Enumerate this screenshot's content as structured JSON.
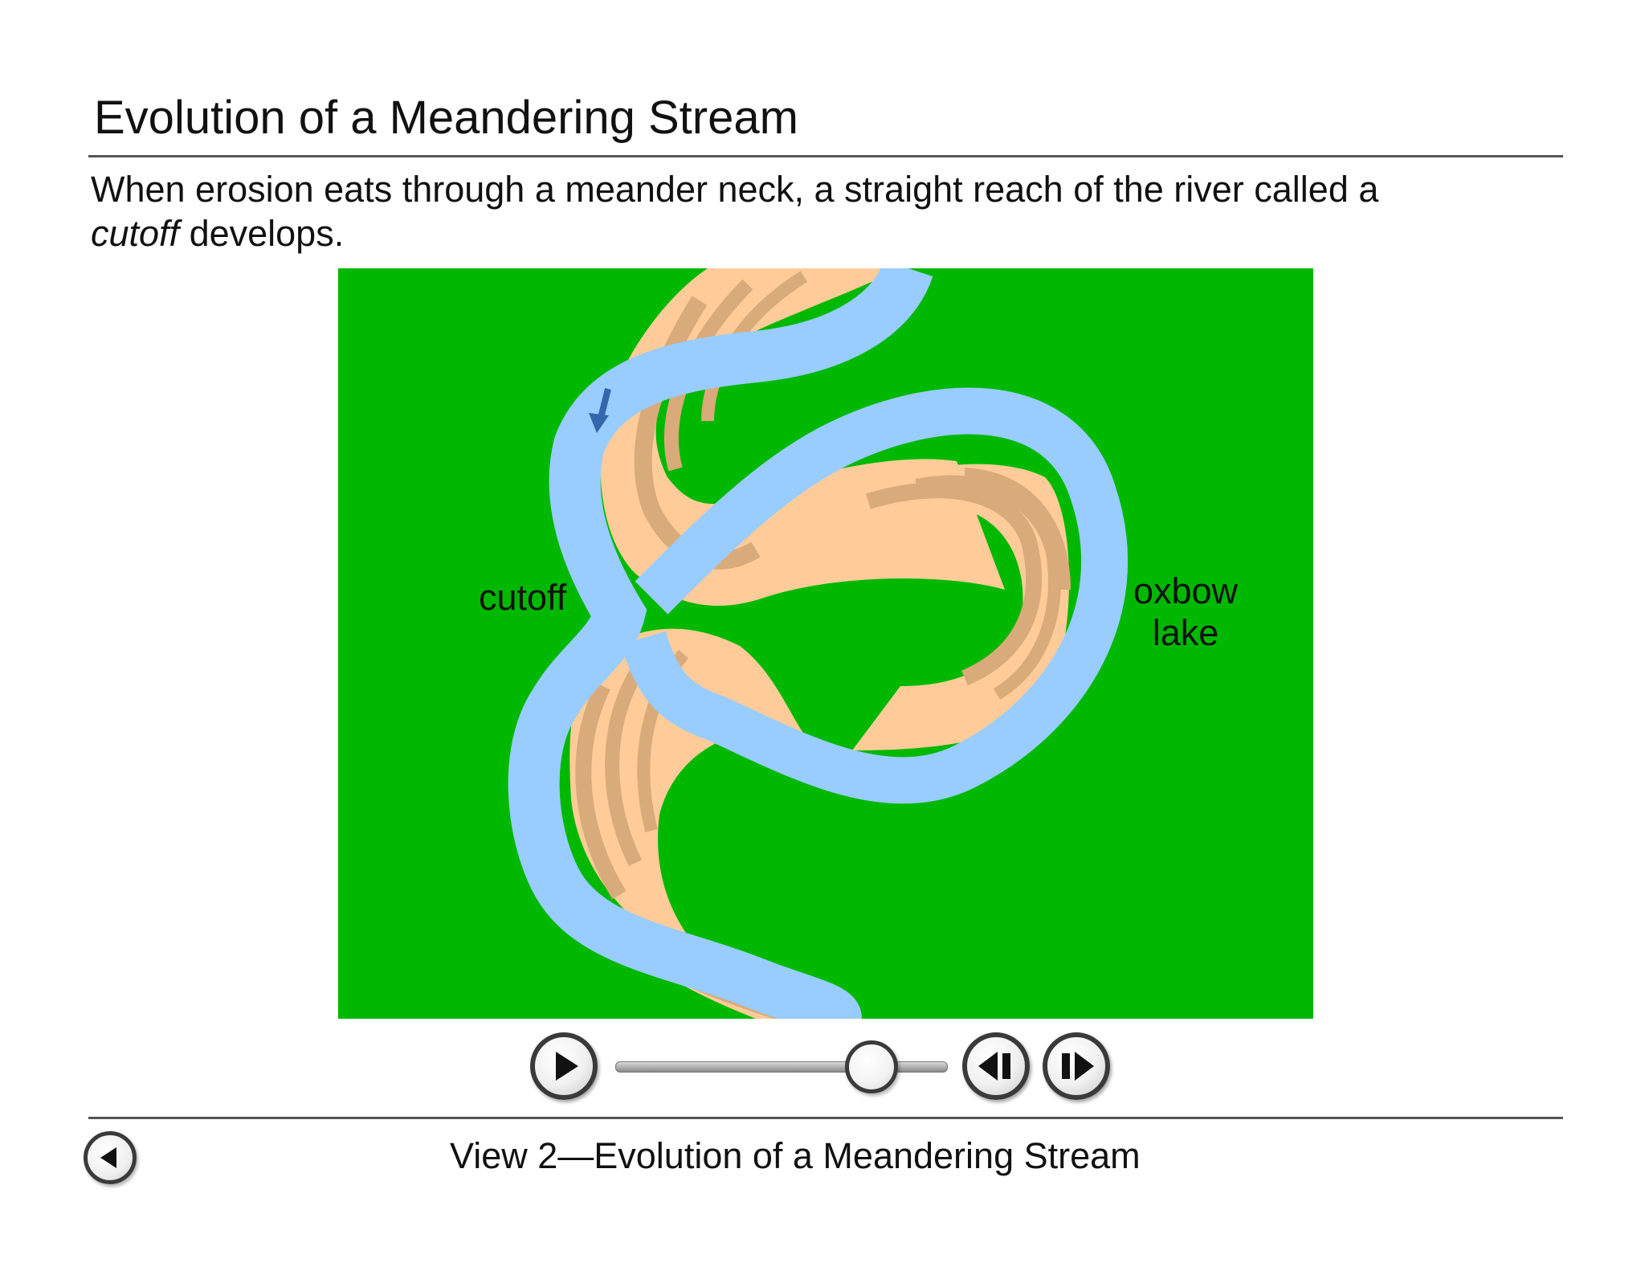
{
  "header": {
    "title": "Evolution of a Meandering Stream",
    "description_lead": "When erosion eats through a meander neck, a straight reach of the river called a",
    "description_term": "cutoff",
    "description_tail": " develops."
  },
  "diagram": {
    "labels": {
      "cutoff": "cutoff",
      "oxbow_line1": "oxbow",
      "oxbow_line2": "lake"
    },
    "colors": {
      "land": "#00b800",
      "water": "#99ccff",
      "point_bar_light": "#ffcc99",
      "point_bar_dark": "#d9aa7a",
      "flow_arrow": "#3366aa"
    }
  },
  "playback": {
    "play_icon": "play-icon",
    "step_back_icon": "step-back-icon",
    "step_forward_icon": "step-forward-icon",
    "progress": 0.77
  },
  "footer": {
    "back_icon": "back-arrow-icon",
    "caption": "View 2—Evolution of a Meandering Stream"
  }
}
